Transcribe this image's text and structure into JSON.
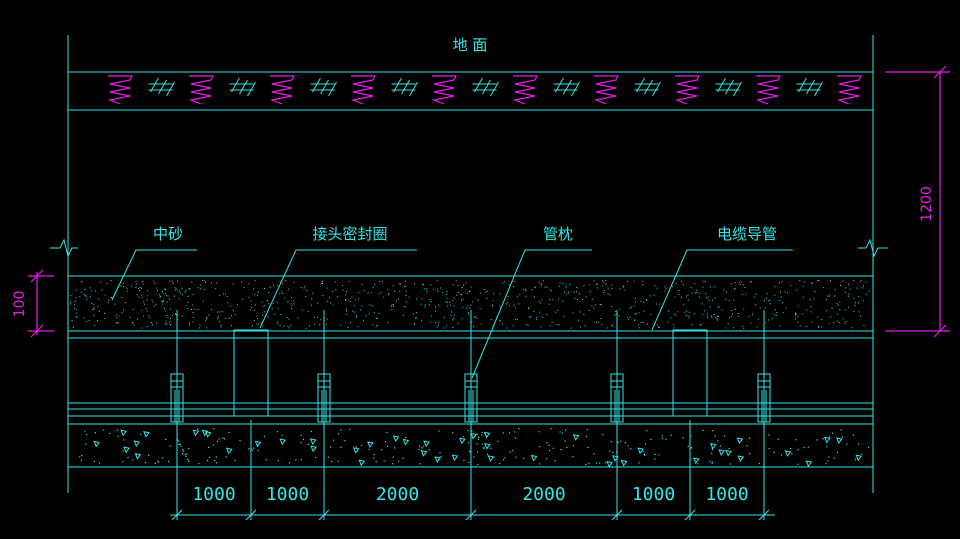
{
  "labels": {
    "ground": "地 面",
    "sand": "中砂",
    "seal_ring": "接头密封圈",
    "pipe_support": "管枕",
    "cable_conduit": "电缆导管"
  },
  "dimensions": {
    "depth": "1200",
    "sand_thickness": "100",
    "spacings": [
      "1000",
      "1000",
      "2000",
      "2000",
      "1000",
      "1000"
    ]
  },
  "colors": {
    "lines": "#32E6E6",
    "accent": "#E61EE6",
    "background": "#000000"
  }
}
